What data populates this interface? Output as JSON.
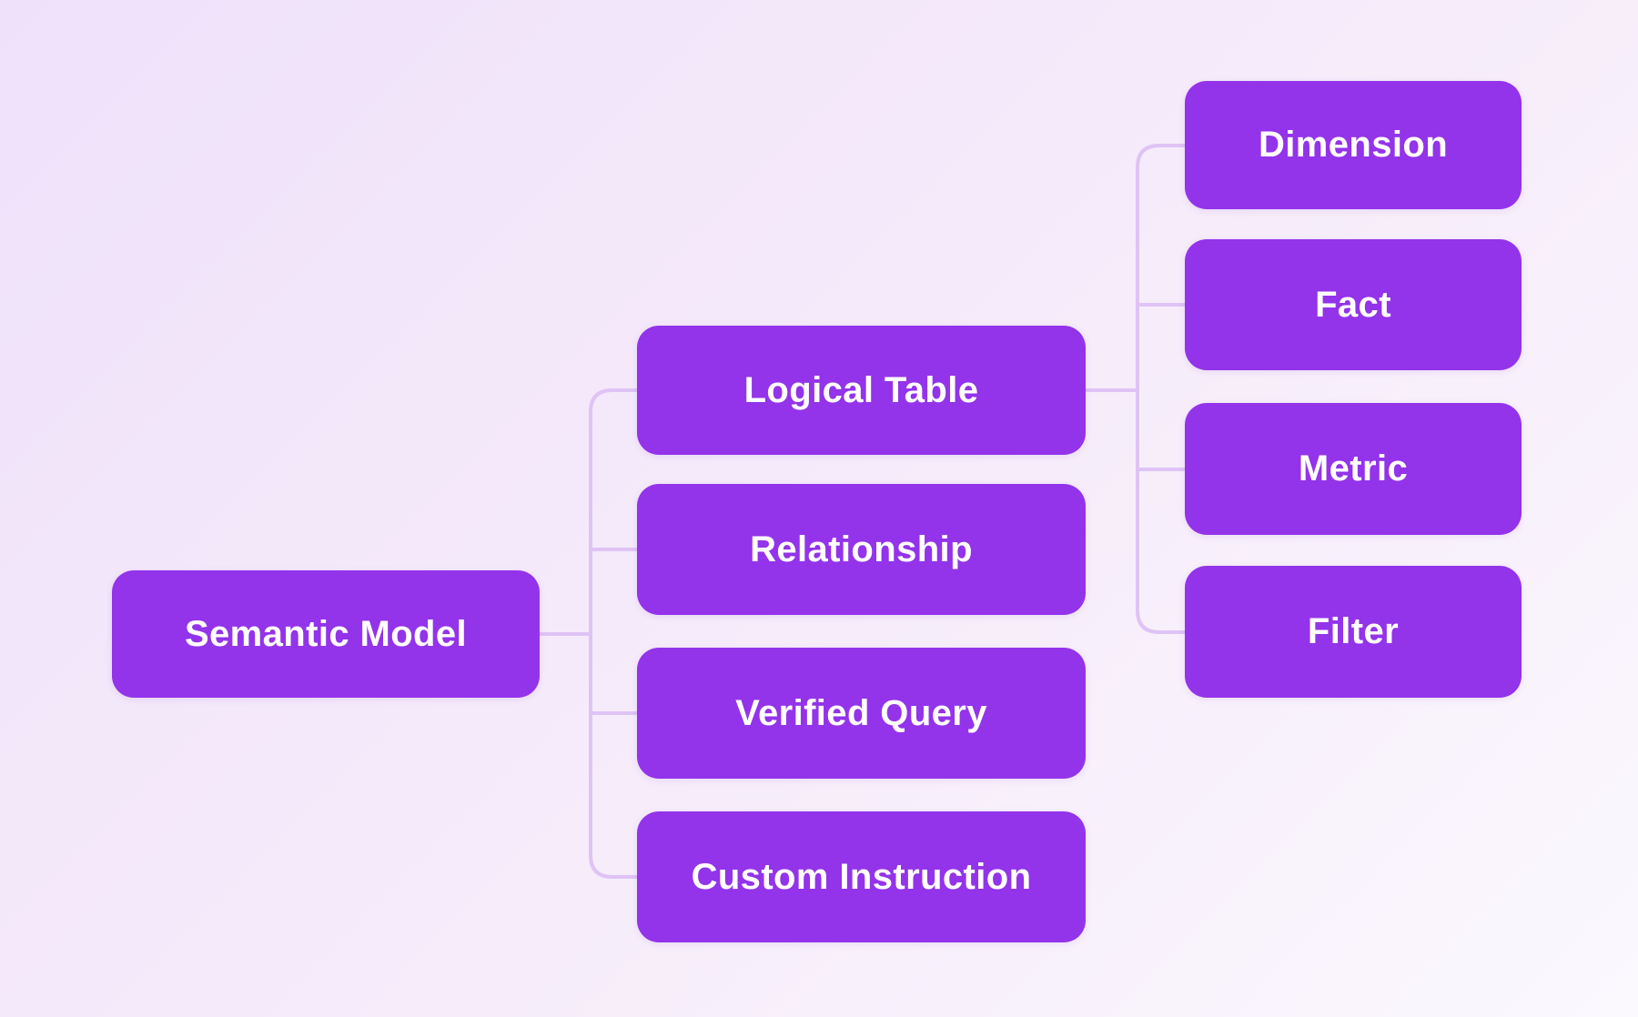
{
  "diagram": {
    "root": {
      "label": "Semantic Model"
    },
    "children": [
      {
        "label": "Logical Table"
      },
      {
        "label": "Relationship"
      },
      {
        "label": "Verified Query"
      },
      {
        "label": "Custom Instruction"
      }
    ],
    "grandchildren": [
      {
        "label": "Dimension"
      },
      {
        "label": "Fact"
      },
      {
        "label": "Metric"
      },
      {
        "label": "Filter"
      }
    ]
  },
  "colors": {
    "node_fill": "#9333EA",
    "node_text": "#FFFFFF",
    "connector": "#DFC3F5",
    "background_start": "#EFE1FA",
    "background_mid": "#F6ECFA",
    "background_end": "#FBF8FE"
  }
}
